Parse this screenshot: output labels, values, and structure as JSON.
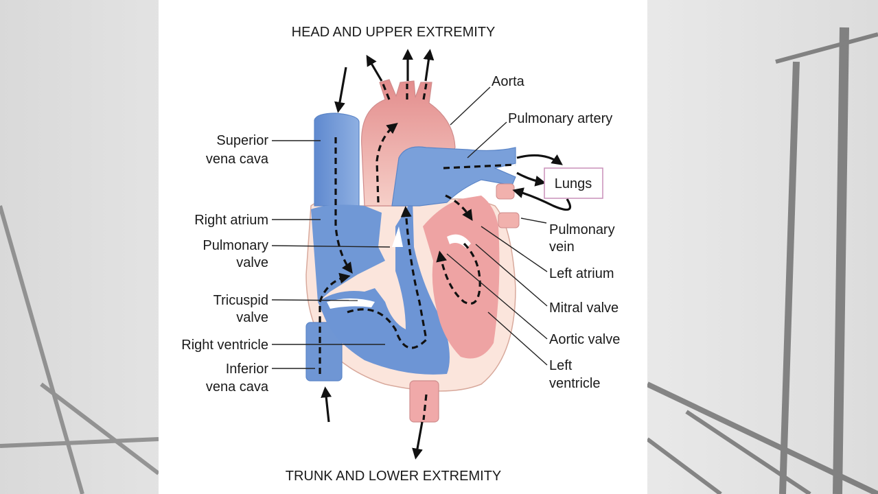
{
  "diagram": {
    "title_top": "HEAD AND UPPER EXTREMITY",
    "title_bottom": "TRUNK AND LOWER EXTREMITY",
    "labels": {
      "superior_vena_cava": [
        "Superior",
        "vena cava"
      ],
      "right_atrium": "Right atrium",
      "pulmonary_valve": [
        "Pulmonary",
        "valve"
      ],
      "tricuspid_valve": [
        "Tricuspid",
        "valve"
      ],
      "right_ventricle": "Right ventricle",
      "inferior_vena_cava": [
        "Inferior",
        "vena cava"
      ],
      "aorta": "Aorta",
      "pulmonary_artery": "Pulmonary artery",
      "lungs": "Lungs",
      "pulmonary_vein": [
        "Pulmonary",
        "vein"
      ],
      "left_atrium": "Left atrium",
      "mitral_valve": "Mitral valve",
      "aortic_valve": "Aortic valve",
      "left_ventricle": [
        "Left",
        "ventricle"
      ]
    },
    "colors": {
      "deoxygenated_blue": "#6f96d4",
      "oxygenated_red": "#e99a9a",
      "heart_wall": "#fbe5dc",
      "lungs_box_border": "#c88fb8",
      "background": "#e9e9e9"
    }
  }
}
